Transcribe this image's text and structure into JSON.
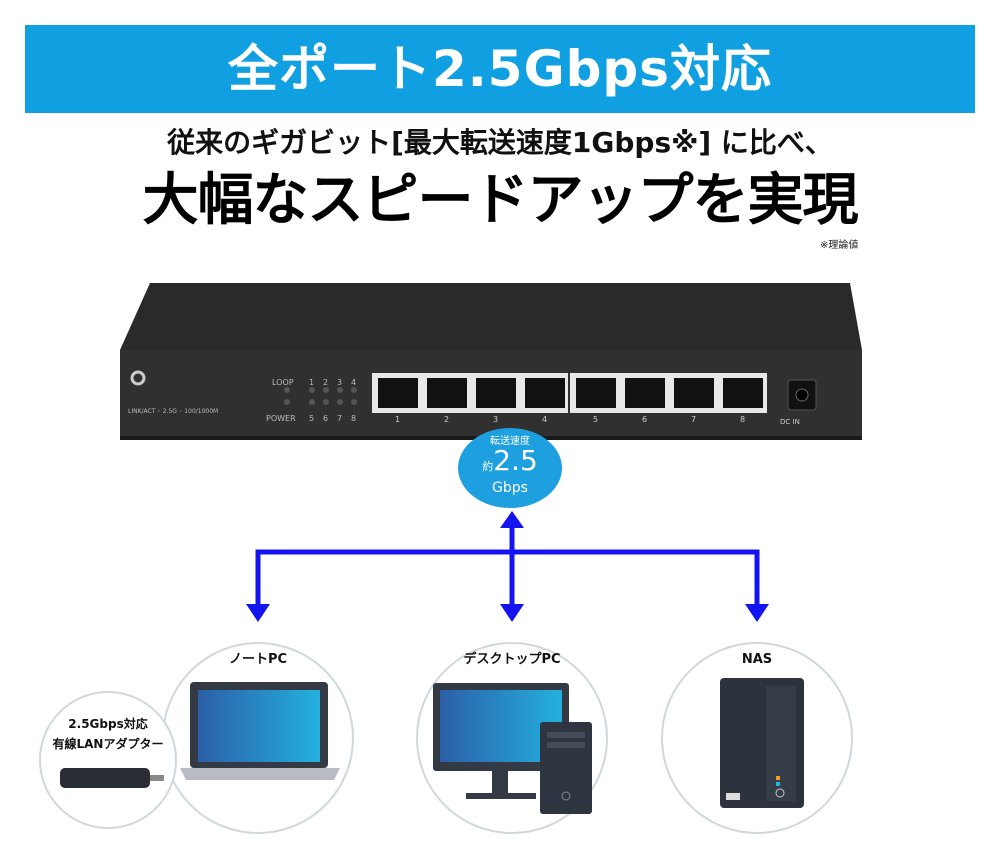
{
  "banner": {
    "title": "全ポート2.5Gbps対応"
  },
  "subtitle": "従来のギガビット[最大転送速度1Gbps※] に比べ、",
  "headline": "大幅なスピードアップを実現",
  "footnote": "※理論値",
  "switch": {
    "led_labels": {
      "loop": "LOOP",
      "power": "POWER",
      "legend": "LINK/ACT  ◦ 2.5G  ◦ 100/1000M"
    },
    "led_numbers_top": [
      "1",
      "2",
      "3",
      "4"
    ],
    "led_numbers_bottom": [
      "5",
      "6",
      "7",
      "8"
    ],
    "port_labels": [
      "1",
      "2",
      "3",
      "4",
      "5",
      "6",
      "7",
      "8"
    ],
    "dc_in": "DC IN"
  },
  "speed_badge": {
    "label": "転送速度",
    "prefix": "約",
    "value": "2.5",
    "unit": "Gbps"
  },
  "devices": [
    {
      "label": "ノートPC"
    },
    {
      "label": "デスクトップPC"
    },
    {
      "label": "NAS"
    }
  ],
  "adapter": {
    "line1": "2.5Gbps対応",
    "line2": "有線LANアダプター"
  },
  "colors": {
    "banner": "#10a0e2",
    "arrow": "#1414f0",
    "badge": "#1ea0e0"
  }
}
